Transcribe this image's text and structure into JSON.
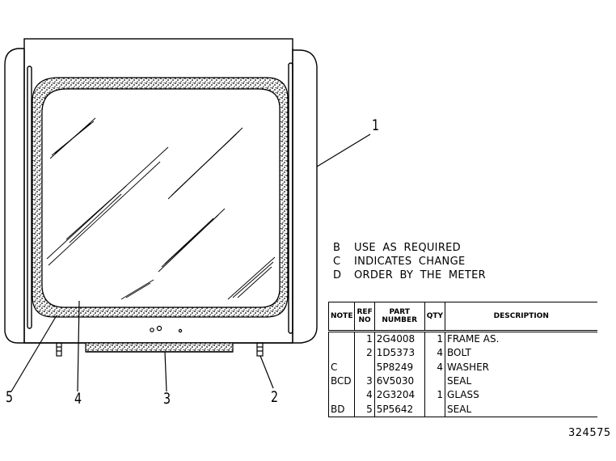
{
  "callouts": [
    "1",
    "2",
    "3",
    "4",
    "5"
  ],
  "notes": [
    {
      "letter": "B",
      "text": "USE AS REQUIRED"
    },
    {
      "letter": "C",
      "text": "INDICATES CHANGE"
    },
    {
      "letter": "D",
      "text": "ORDER BY THE METER"
    }
  ],
  "table": {
    "headers": {
      "note": "NOTE",
      "ref": "REF NO",
      "part": "PART NUMBER",
      "qty": "QTY",
      "description": "DESCRIPTION"
    },
    "rows": [
      {
        "note": "",
        "ref": "1",
        "part": "2G4008",
        "qty": "1",
        "description": "FRAME AS."
      },
      {
        "note": "",
        "ref": "2",
        "part": "1D5373",
        "qty": "4",
        "description": "BOLT"
      },
      {
        "note": "C",
        "ref": "",
        "part": "5P8249",
        "qty": "4",
        "description": "WASHER"
      },
      {
        "note": "BCD",
        "ref": "3",
        "part": "6V5030",
        "qty": "",
        "description": "SEAL"
      },
      {
        "note": "",
        "ref": "4",
        "part": "2G3204",
        "qty": "1",
        "description": "GLASS"
      },
      {
        "note": "BD",
        "ref": "5",
        "part": "5P5642",
        "qty": "",
        "description": "SEAL"
      }
    ]
  },
  "figure_number": "324575"
}
